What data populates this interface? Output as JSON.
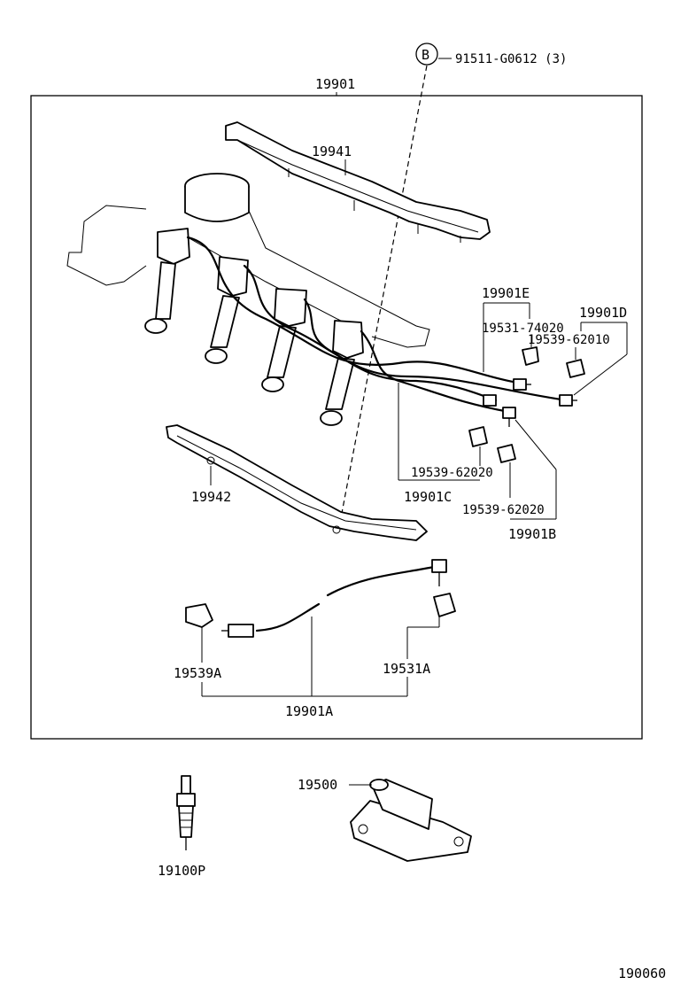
{
  "callout_b": {
    "letter": "B",
    "text": "91511-G0612 (3)"
  },
  "labels": {
    "set": "19901",
    "cover_upper": "19941",
    "cover_lower": "19942",
    "cord_e": "19901E",
    "cord_d": "19901D",
    "cord_c": "19901C",
    "cord_b": "19901B",
    "cord_a": "19901A",
    "boot_74020": "19531-74020",
    "clamp_62010": "19539-62010",
    "clamp_62020_c": "19539-62020",
    "clamp_62020_b": "19539-62020",
    "clamp_a": "19539A",
    "boot_a": "19531A",
    "coil": "19500",
    "plug": "19100P",
    "figure_no": "190060"
  }
}
